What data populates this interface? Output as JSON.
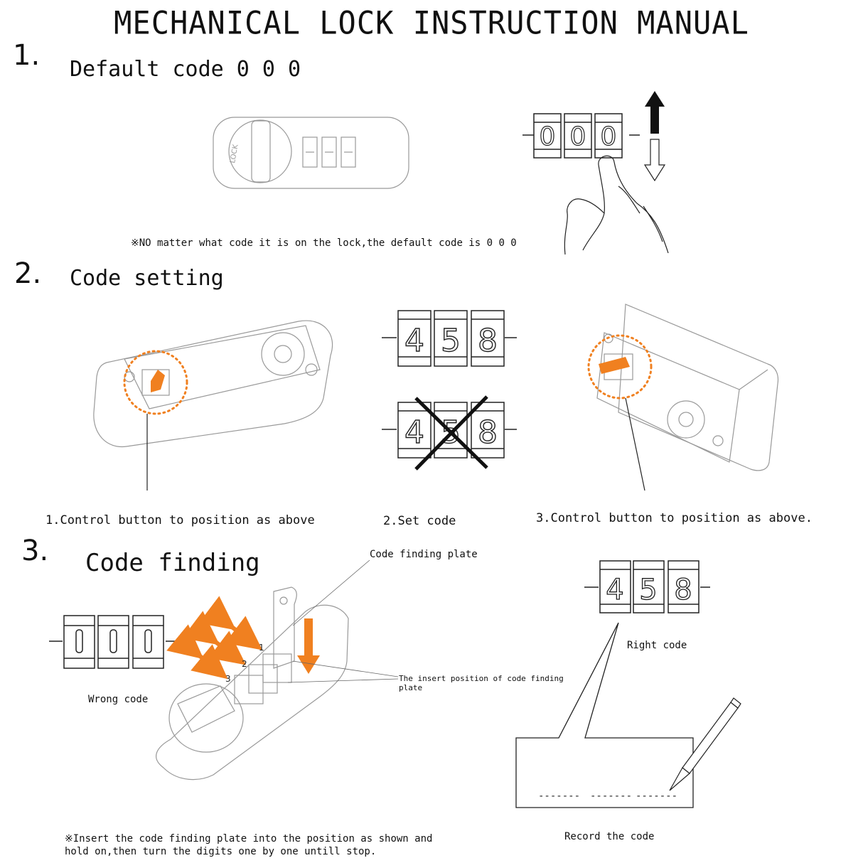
{
  "title": "MECHANICAL LOCK INSTRUCTION MANUAL",
  "accent": "#F08020",
  "section1": {
    "number": "1.",
    "heading": "Default code 0 0 0",
    "note": "※NO matter what code it is on the lock,the default code is 0 0 0",
    "dials": [
      "0",
      "0",
      "0"
    ],
    "lock_label": "LOCK"
  },
  "section2": {
    "number": "2.",
    "heading": "Code setting",
    "step1": "1.Control button to position as above",
    "step2": "2.Set code",
    "step3": "3.Control button to position as above.",
    "dials_correct": [
      "4",
      "5",
      "8"
    ],
    "dials_crossed": [
      "4",
      "5",
      "8"
    ]
  },
  "section3": {
    "number": "3.",
    "heading": "Code finding",
    "plate_label": "Code finding plate",
    "insert_label_line1": "The insert position of code finding",
    "insert_label_line2": "plate",
    "wrong_code": "Wrong code",
    "right_code": "Right code",
    "record": "Record the code",
    "arrow_numbers": [
      "1",
      "2",
      "3"
    ],
    "blanks": [
      "-------",
      "-------",
      "-------"
    ],
    "right_dials": [
      "4",
      "5",
      "8"
    ],
    "note_line1": "※Insert the code finding plate into the position as shown and",
    "note_line2": "hold on,then turn the digits one by one untill stop."
  }
}
